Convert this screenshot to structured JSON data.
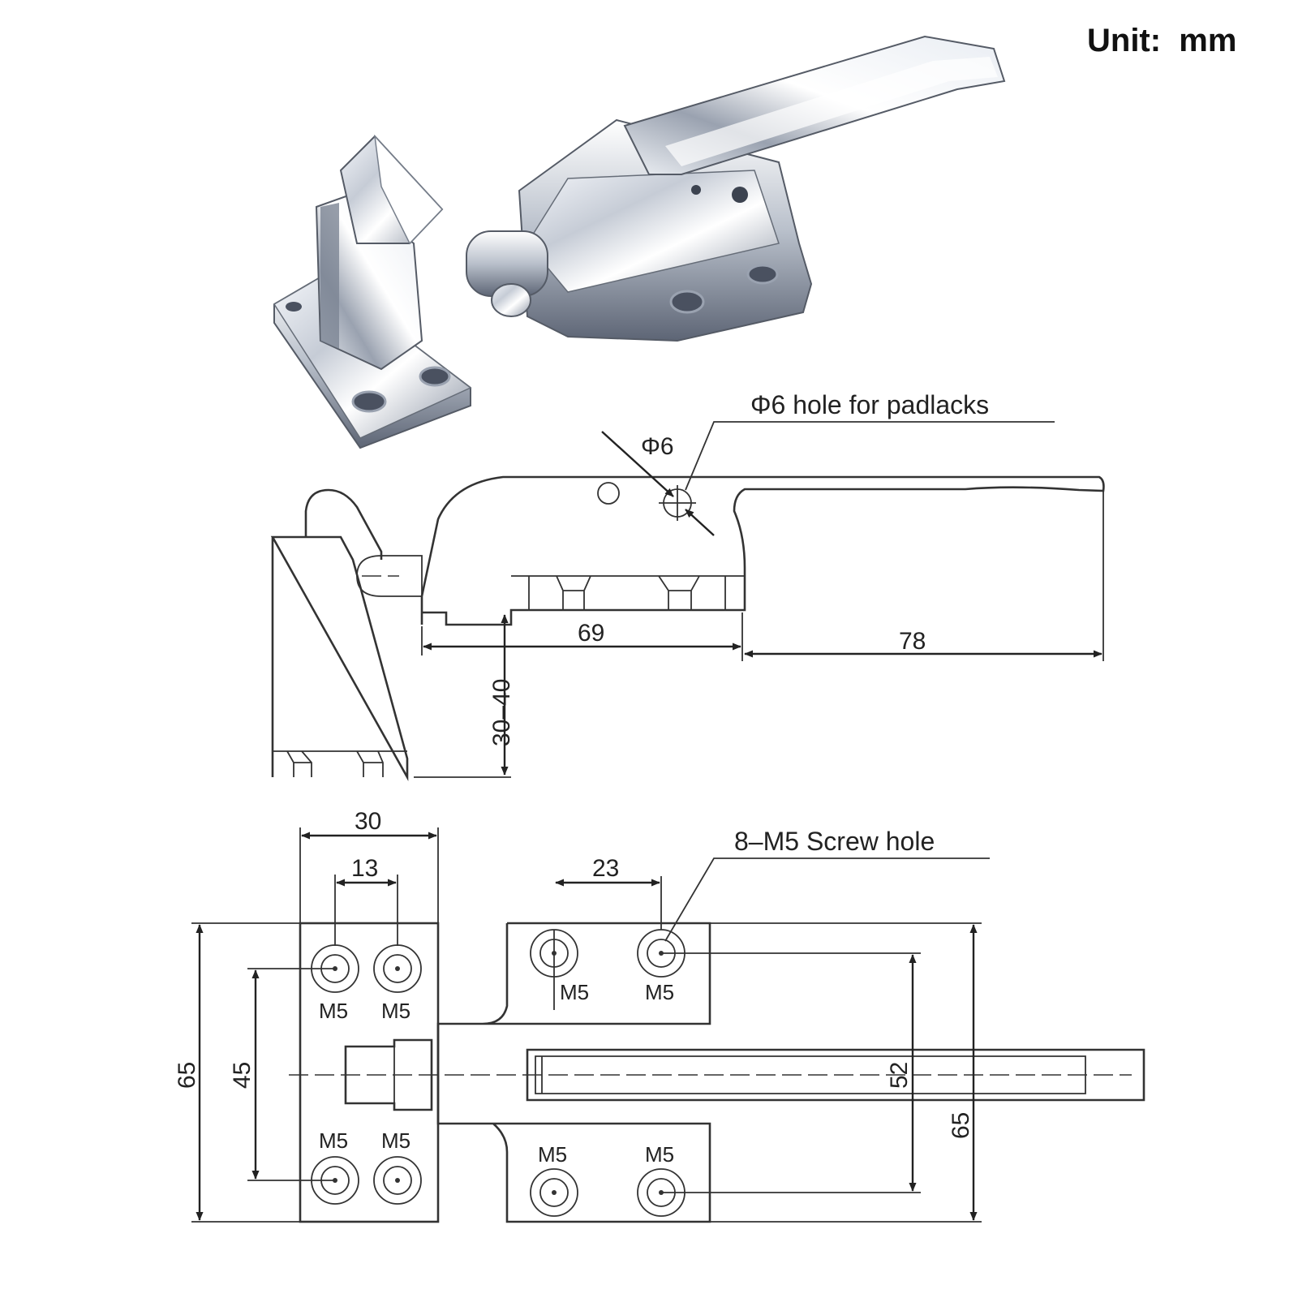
{
  "header": {
    "unit_label": "Unit:  mm"
  },
  "side_view": {
    "padlock_callout": "Φ6 hole for padlacks",
    "hole_diameter": "Φ6",
    "dim_base_length": "69",
    "dim_handle_length": "78",
    "dim_gap": "30–40"
  },
  "top_view": {
    "dim_strike_width": "30",
    "dim_strike_hole_spacing": "13",
    "dim_body_hole_spacing": "23",
    "screw_callout": "8–M5 Screw hole",
    "dim_strike_height": "65",
    "dim_strike_vertical_spacing": "45",
    "dim_body_vertical_spacing": "52",
    "dim_body_height": "65",
    "hole_labels": [
      "M5",
      "M5",
      "M5",
      "M5",
      "M5",
      "M5",
      "M5",
      "M5"
    ]
  },
  "colors": {
    "line": "#333333",
    "chrome_light": "#f2f4f8",
    "chrome_dark": "#4a5160",
    "text": "#222222"
  }
}
